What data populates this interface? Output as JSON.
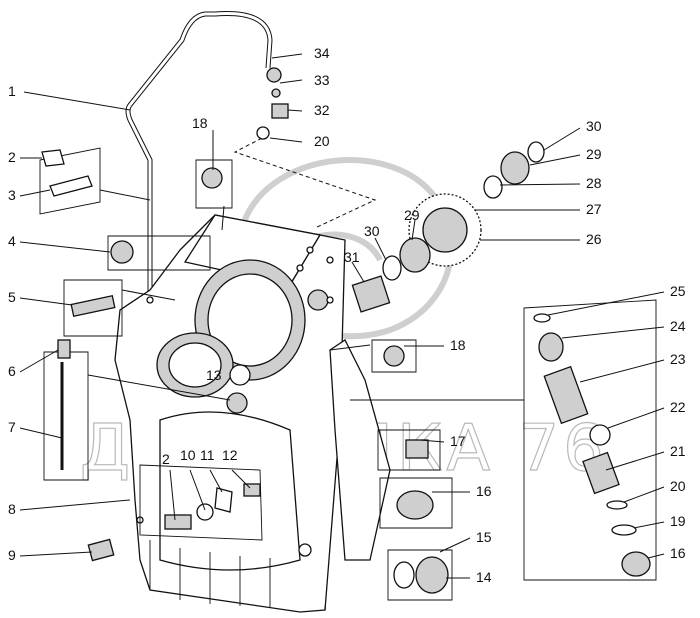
{
  "watermark": {
    "text": "ДИНАМИКА 76"
  },
  "callouts": [
    {
      "id": "1",
      "text": "1"
    },
    {
      "id": "2a",
      "text": "2"
    },
    {
      "id": "3",
      "text": "3"
    },
    {
      "id": "4",
      "text": "4"
    },
    {
      "id": "5",
      "text": "5"
    },
    {
      "id": "6",
      "text": "6"
    },
    {
      "id": "7",
      "text": "7"
    },
    {
      "id": "8",
      "text": "8"
    },
    {
      "id": "9",
      "text": "9"
    },
    {
      "id": "2b",
      "text": "2"
    },
    {
      "id": "10",
      "text": "10"
    },
    {
      "id": "11",
      "text": "11"
    },
    {
      "id": "12",
      "text": "12"
    },
    {
      "id": "13",
      "text": "13"
    },
    {
      "id": "18a",
      "text": "18"
    },
    {
      "id": "18b",
      "text": "18"
    },
    {
      "id": "34",
      "text": "34"
    },
    {
      "id": "33",
      "text": "33"
    },
    {
      "id": "32",
      "text": "32"
    },
    {
      "id": "20a",
      "text": "20"
    },
    {
      "id": "30a",
      "text": "30"
    },
    {
      "id": "29a",
      "text": "29"
    },
    {
      "id": "28",
      "text": "28"
    },
    {
      "id": "27",
      "text": "27"
    },
    {
      "id": "26",
      "text": "26"
    },
    {
      "id": "29b",
      "text": "29"
    },
    {
      "id": "30b",
      "text": "30"
    },
    {
      "id": "31",
      "text": "31"
    },
    {
      "id": "17",
      "text": "17"
    },
    {
      "id": "16a",
      "text": "16"
    },
    {
      "id": "15",
      "text": "15"
    },
    {
      "id": "14",
      "text": "14"
    },
    {
      "id": "25",
      "text": "25"
    },
    {
      "id": "24",
      "text": "24"
    },
    {
      "id": "23",
      "text": "23"
    },
    {
      "id": "22",
      "text": "22"
    },
    {
      "id": "21",
      "text": "21"
    },
    {
      "id": "20b",
      "text": "20"
    },
    {
      "id": "19",
      "text": "19"
    },
    {
      "id": "16b",
      "text": "16"
    }
  ]
}
